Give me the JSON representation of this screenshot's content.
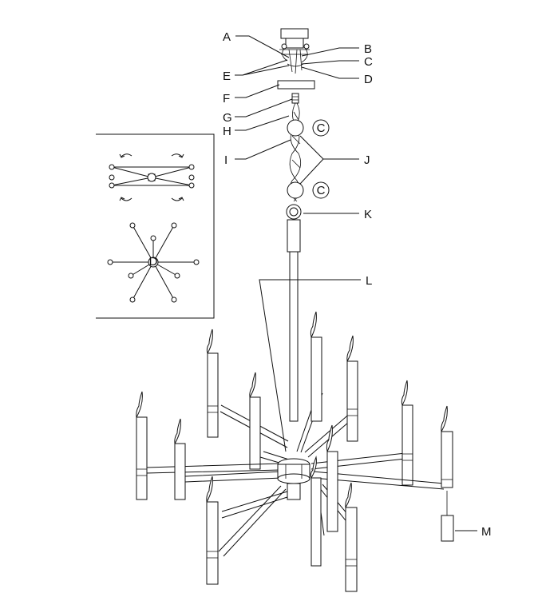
{
  "labels": {
    "A": "A",
    "B": "B",
    "C": "C",
    "D": "D",
    "E": "E",
    "F": "F",
    "G": "G",
    "H": "H",
    "I": "I",
    "J": "J",
    "K": "K",
    "L": "L",
    "M": "M"
  },
  "hook_letter": "C",
  "inset_center_marker": "D"
}
